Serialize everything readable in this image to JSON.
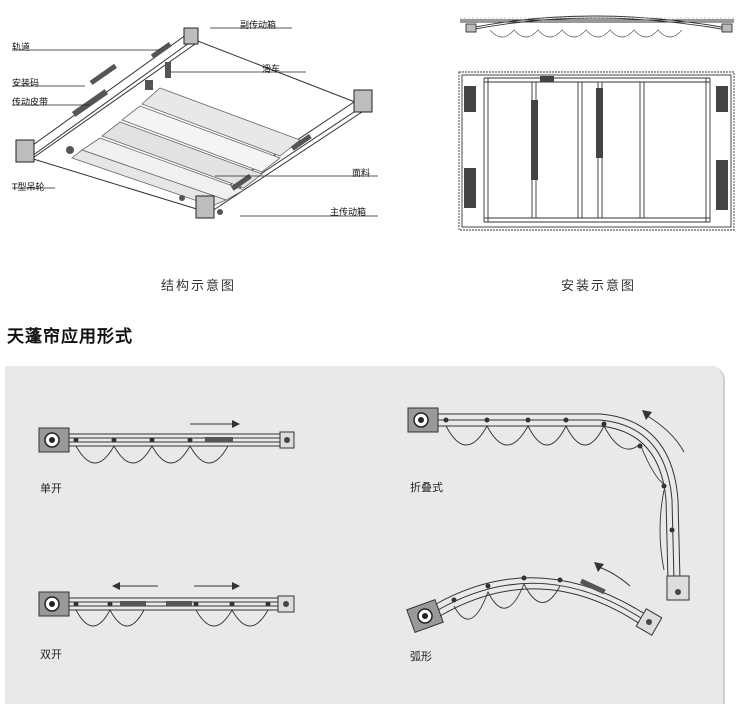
{
  "structure_diagram": {
    "caption": "结构示意图",
    "labels": {
      "secondary_drive_box": "副传动箱",
      "rail": "轨道",
      "pulley": "滑车",
      "mount_bracket": "安装码",
      "drive_belt": "传动皮带",
      "fabric": "面料",
      "t_wheel": "T型吊轮",
      "main_drive_box": "主传动箱"
    }
  },
  "install_diagram": {
    "caption": "安装示意图"
  },
  "section": {
    "title": "天蓬帘应用形式"
  },
  "forms": {
    "single": "单开",
    "folding": "折叠式",
    "double": "双开",
    "arc": "弧形"
  }
}
